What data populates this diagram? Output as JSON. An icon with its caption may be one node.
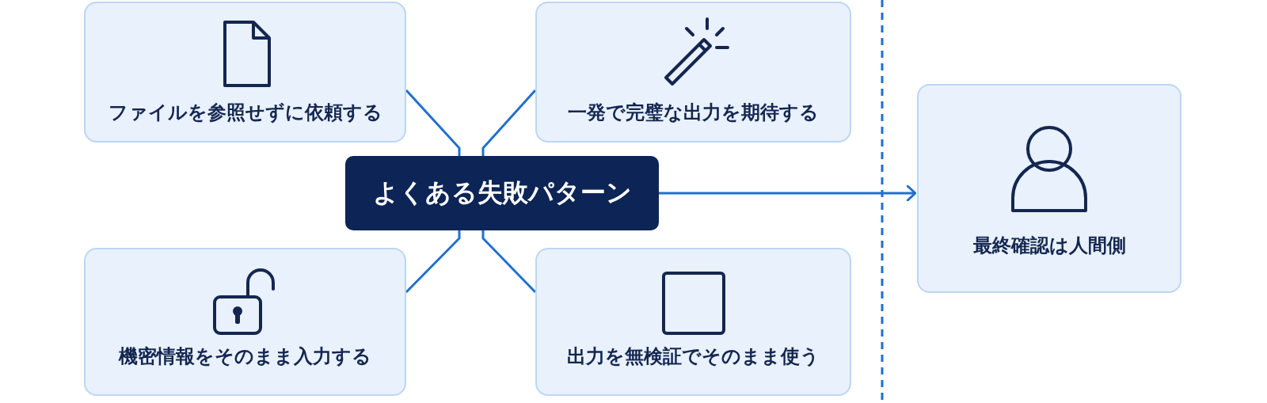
{
  "diagram": {
    "nodes": [
      {
        "text": [
          "ファイルを参照せずに依頼する"
        ]
      },
      {
        "text": [
          "一発で完璧な出力を期待する"
        ]
      },
      {
        "text": [
          "よくある失敗パターン"
        ]
      },
      {
        "text": [
          "機密情報をそのまま入力する"
        ]
      },
      {
        "text": [
          "出力を無検証でそのまま使う"
        ]
      },
      {
        "text": [
          "最終確認は人間側"
        ]
      }
    ],
    "edges": [
      {
        "from": 2,
        "to": 0,
        "arrow": "none"
      },
      {
        "from": 2,
        "to": 1,
        "arrow": "none"
      },
      {
        "from": 2,
        "to": 3,
        "arrow": "none"
      },
      {
        "from": 2,
        "to": 4,
        "arrow": "none"
      },
      {
        "from": 2,
        "to": 5,
        "arrow": "to"
      }
    ]
  }
}
